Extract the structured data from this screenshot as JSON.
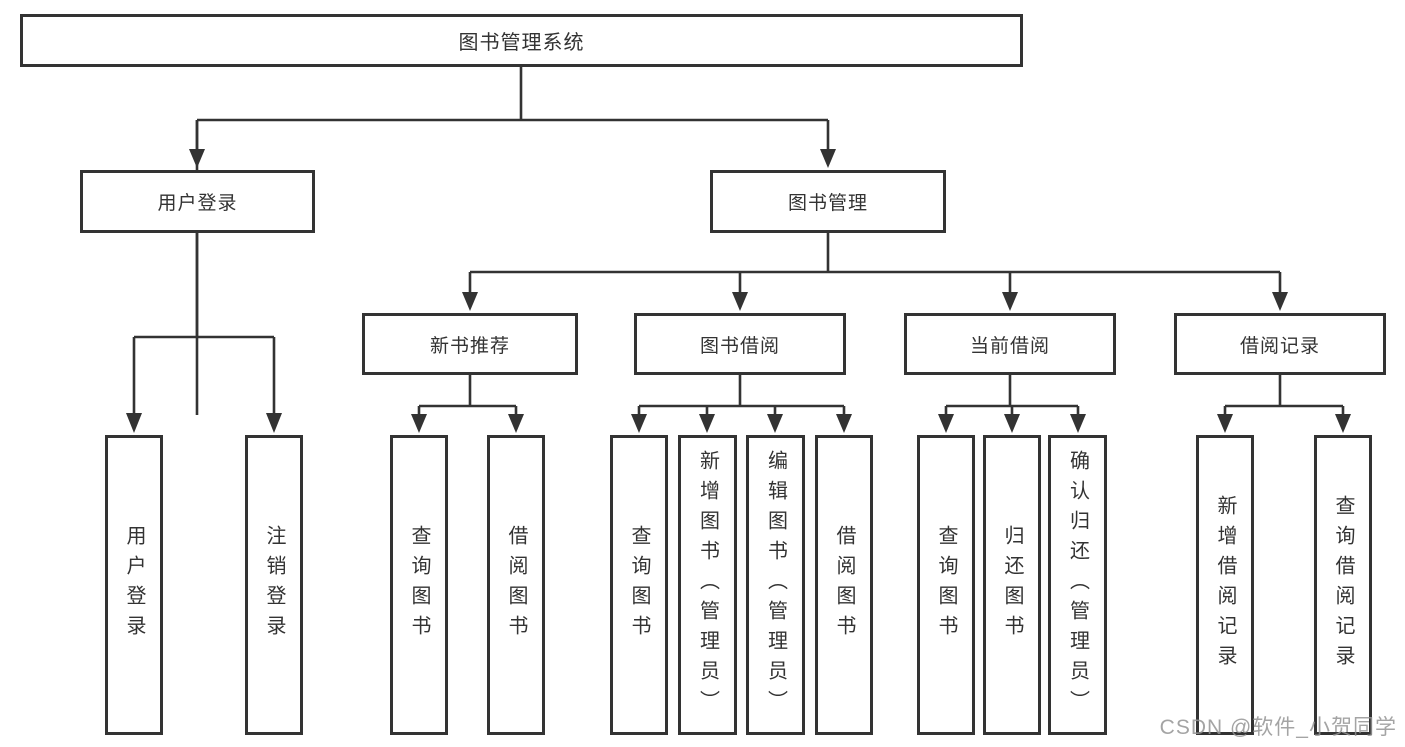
{
  "diagram": {
    "title": "图书管理系统",
    "branches": [
      {
        "label": "用户登录",
        "children": [
          {
            "label": "用户登录"
          },
          {
            "label": "注销登录"
          }
        ]
      },
      {
        "label": "图书管理",
        "children": [
          {
            "label": "新书推荐",
            "children": [
              {
                "label": "查询图书"
              },
              {
                "label": "借阅图书"
              }
            ]
          },
          {
            "label": "图书借阅",
            "children": [
              {
                "label": "查询图书"
              },
              {
                "label": "新增图书（管理员）"
              },
              {
                "label": "编辑图书（管理员）"
              },
              {
                "label": "借阅图书"
              }
            ]
          },
          {
            "label": "当前借阅",
            "children": [
              {
                "label": "查询图书"
              },
              {
                "label": "归还图书"
              },
              {
                "label": "确认归还（管理员）"
              }
            ]
          },
          {
            "label": "借阅记录",
            "children": [
              {
                "label": "新增借阅记录"
              },
              {
                "label": "查询借阅记录"
              }
            ]
          }
        ]
      }
    ]
  },
  "watermark": {
    "text": "CSDN @软件_小贺同学"
  },
  "colors": {
    "line": "#333333",
    "text": "#333333",
    "background": "#ffffff",
    "watermark": "#949494"
  }
}
